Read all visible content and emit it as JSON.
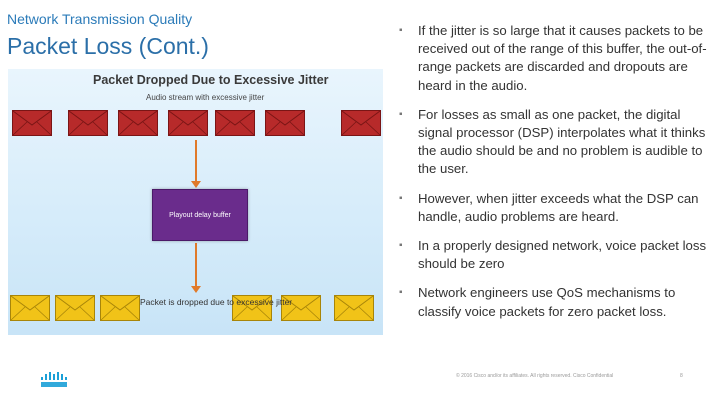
{
  "header": {
    "section": "Network Transmission Quality",
    "title": "Packet Loss (Cont.)"
  },
  "figure": {
    "title": "Packet Dropped Due to Excessive Jitter",
    "subtitle": "Audio stream with excessive jitter",
    "buffer_label": "Playout delay buffer",
    "caption": "Packet is dropped due to excessive jitter",
    "colors": {
      "red_packet": "#b72a2a",
      "yellow_packet": "#f1c318",
      "arrow": "#e07a2a",
      "buffer": "#6a2c8c"
    }
  },
  "bullets": [
    "If the jitter is so large that it causes packets to be received out of the range of this buffer, the out-of-range packets are discarded and dropouts are heard in the audio.",
    "For losses as small as one packet, the digital signal processor (DSP) interpolates what it thinks the audio should be and no problem is audible to the user.",
    "However, when jitter exceeds what the DSP can handle, audio problems are heard.",
    "In a properly designed network, voice packet loss should be zero",
    "Network engineers use QoS mechanisms to classify voice packets for zero packet loss."
  ],
  "bullet_marker": "▪",
  "footer": {
    "logo": "cisco-logo",
    "copyright": "© 2016 Cisco and/or its affiliates. All rights reserved. Cisco Confidential",
    "page_number": "8"
  }
}
